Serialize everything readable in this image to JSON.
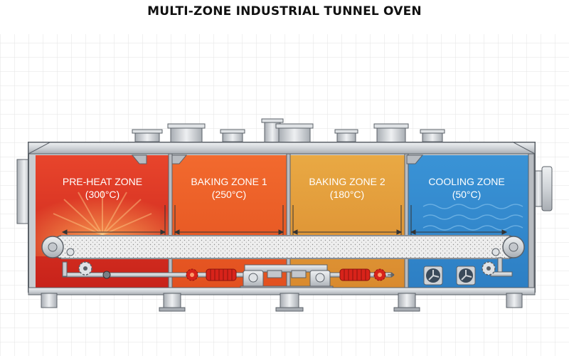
{
  "title": "MULTI-ZONE INDUSTRIAL TUNNEL OVEN",
  "zones": [
    {
      "name": "PRE-HEAT ZONE",
      "temp": "(300°C)",
      "color_top": "#e8452c",
      "color_bottom": "#c8221a"
    },
    {
      "name": "BAKING ZONE 1",
      "temp": "(250°C)",
      "color_top": "#f26a2e",
      "color_bottom": "#e2501f"
    },
    {
      "name": "BAKING ZONE 2",
      "temp": "(180°C)",
      "color_top": "#e9a944",
      "color_bottom": "#d98a2e"
    },
    {
      "name": "COOLING ZONE",
      "temp": "(50°C)",
      "color_top": "#3a93d6",
      "color_bottom": "#2d7fc4"
    }
  ],
  "colors": {
    "steel": "#d5d8dc",
    "steel_dark": "#9aa0a6",
    "outline": "#5b6168",
    "heater": "#d8231a",
    "grid": "#e6e6e6"
  },
  "icons": [
    "vent-icon",
    "conveyor-roller-icon",
    "sprocket-icon",
    "heater-coil-icon",
    "fan-icon",
    "motor-icon"
  ]
}
